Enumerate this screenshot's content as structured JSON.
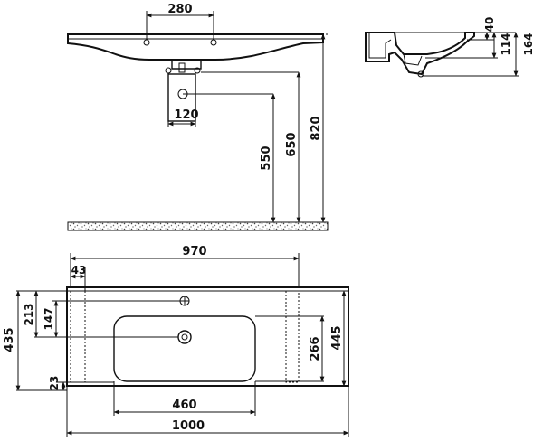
{
  "dimensions": {
    "tap_spacing": "280",
    "waste_width": "120",
    "rim_thickness": "40",
    "bowl_depth": "114",
    "total_height": "164",
    "height_550": "550",
    "height_650": "650",
    "height_820": "820",
    "inner_width": "970",
    "side_offset": "43",
    "depth_213": "213",
    "depth_147": "147",
    "total_depth": "435",
    "bowl_front": "23",
    "bowl_depth_plan": "266",
    "inner_depth": "445",
    "bowl_width": "460",
    "total_width": "1000"
  },
  "colors": {
    "line": "#111111",
    "background": "#ffffff",
    "stone": "#8a8a8a"
  }
}
